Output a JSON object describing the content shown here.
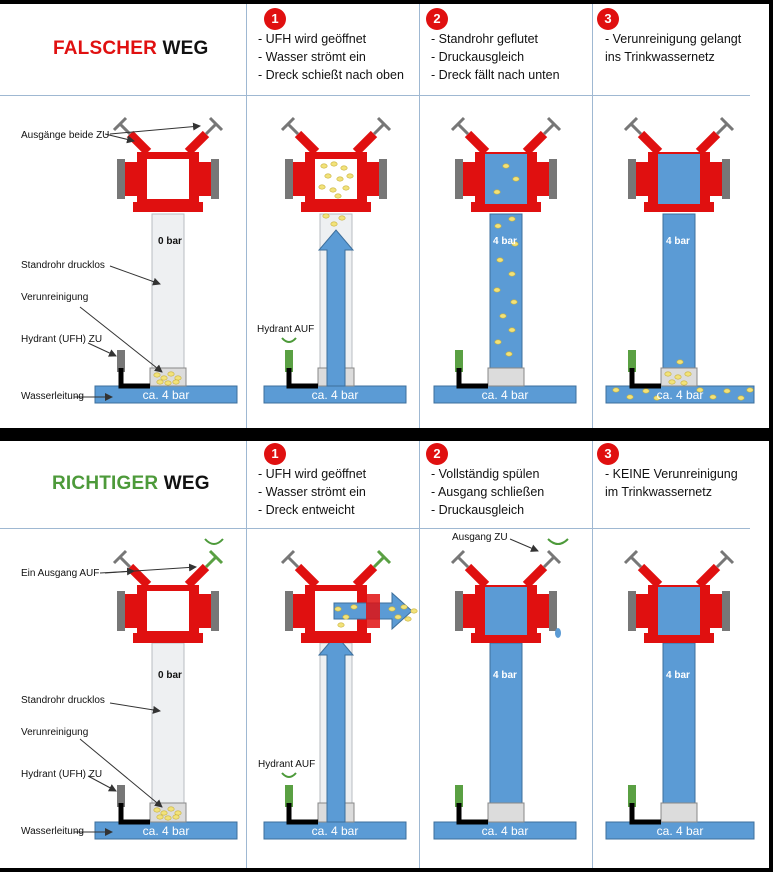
{
  "top": {
    "title_word1": "FALSCHER",
    "title_word2": "WEG",
    "steps": [
      {
        "number": "1",
        "lines": [
          "- UFH wird geöffnet",
          "- Wasser strömt ein",
          "- Dreck schießt nach oben"
        ]
      },
      {
        "number": "2",
        "lines": [
          "- Standrohr geflutet",
          "- Druckausgleich",
          "- Dreck fällt nach unten"
        ]
      },
      {
        "number": "3",
        "lines": [
          "- Verunreinigung gelangt",
          "ins Trinkwassernetz"
        ]
      }
    ],
    "labels": {
      "exits": "Ausgänge beide ZU",
      "standpipe": "Standrohr drucklos",
      "contamination": "Verunreinigung",
      "hydrant_closed": "Hydrant (UFH) ZU",
      "main": "Wasserleitung",
      "hydrant_open": "Hydrant AUF"
    },
    "pressures": [
      "0 bar",
      "4 bar",
      "4 bar"
    ],
    "pipe_pressure": "ca. 4 bar"
  },
  "bottom": {
    "title_word1": "RICHTIGER",
    "title_word2": "WEG",
    "steps": [
      {
        "number": "1",
        "lines": [
          "- UFH wird geöffnet",
          "- Wasser strömt ein",
          "- Dreck entweicht"
        ]
      },
      {
        "number": "2",
        "lines": [
          "- Vollständig spülen",
          "- Ausgang schließen",
          "- Druckausgleich"
        ]
      },
      {
        "number": "3",
        "lines": [
          "- KEINE Verunreinigung",
          "im Trinkwassernetz"
        ]
      }
    ],
    "labels": {
      "exit_open": "Ein Ausgang AUF",
      "standpipe": "Standrohr drucklos",
      "contamination": "Verunreinigung",
      "hydrant_closed": "Hydrant (UFH) ZU",
      "main": "Wasserleitung",
      "hydrant_open": "Hydrant AUF",
      "exit_closed": "Ausgang ZU"
    },
    "pressures": [
      "0 bar",
      "4 bar",
      "4 bar"
    ],
    "pipe_pressure": "ca. 4 bar"
  },
  "colors": {
    "red": "#e01010",
    "water": "#5b9bd5",
    "green": "#5aa043",
    "empty_pipe": "#eef0f2",
    "dirt": "#f2e27a"
  }
}
